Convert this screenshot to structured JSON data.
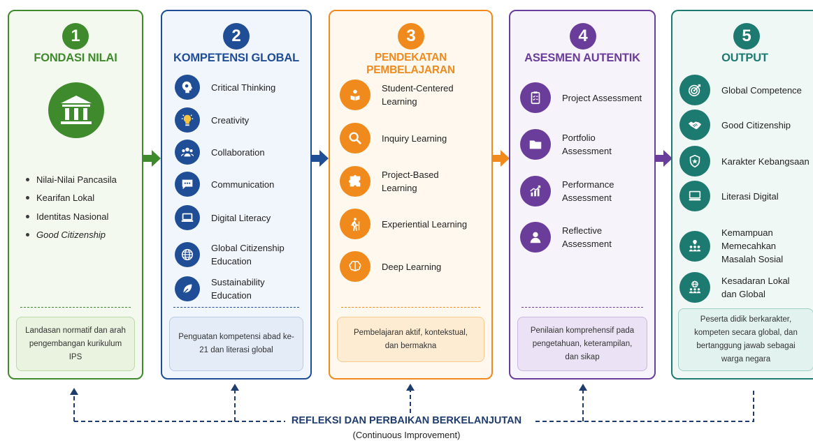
{
  "columns": [
    {
      "number": "1",
      "title": "FONDASI NILAI",
      "color": "#3f8a2c",
      "bg": "#f4f9ef",
      "icon": "institution-building-icon",
      "bullets": [
        "Nilai-Nilai Pancasila",
        "Kearifan Lokal",
        "Identitas Nasional",
        "Good Citizenship"
      ],
      "summary": "Landasan normatif dan arah pengembangan kurikulum IPS"
    },
    {
      "number": "2",
      "title": "KOMPETENSI GLOBAL",
      "color": "#1f4e96",
      "bg": "#f1f5fc",
      "items": [
        {
          "icon": "head-gear-icon",
          "label": "Critical Thinking"
        },
        {
          "icon": "lightbulb-icon",
          "label": "Creativity"
        },
        {
          "icon": "people-group-icon",
          "label": "Collaboration"
        },
        {
          "icon": "chat-bubble-icon",
          "label": "Communication"
        },
        {
          "icon": "laptop-icon",
          "label": "Digital Literacy"
        },
        {
          "icon": "globe-icon",
          "label": "Global Citizenship Education"
        },
        {
          "icon": "leaf-icon",
          "label": "Sustainability Education"
        }
      ],
      "summary": "Penguatan kompetensi abad ke-21 dan literasi global"
    },
    {
      "number": "3",
      "title": "PENDEKATAN PEMBELAJARAN",
      "color": "#f08a1c",
      "bg": "#fff8ee",
      "items": [
        {
          "icon": "student-reading-icon",
          "label": "Student-Centered Learning"
        },
        {
          "icon": "magnifier-icon",
          "label": "Inquiry Learning"
        },
        {
          "icon": "puzzle-icon",
          "label": "Project-Based Learning"
        },
        {
          "icon": "hiker-icon",
          "label": "Experiential Learning"
        },
        {
          "icon": "brain-icon",
          "label": "Deep Learning"
        }
      ],
      "summary": "Pembelajaran aktif, kontekstual, dan bermakna"
    },
    {
      "number": "4",
      "title": "ASESMEN AUTENTIK",
      "color": "#6a3d9a",
      "bg": "#f7f3fb",
      "items": [
        {
          "icon": "clipboard-checklist-icon",
          "label": "Project Assessment"
        },
        {
          "icon": "folder-icon",
          "label": "Portfolio Assessment"
        },
        {
          "icon": "bar-chart-icon",
          "label": "Performance Assessment"
        },
        {
          "icon": "person-icon",
          "label": "Reflective Assessment"
        }
      ],
      "summary": "Penilaian komprehensif pada pengetahuan, keterampilan, dan sikap"
    },
    {
      "number": "5",
      "title": "OUTPUT",
      "color": "#1c7a70",
      "bg": "#f0f8f6",
      "items": [
        {
          "icon": "target-icon",
          "label": "Global Competence"
        },
        {
          "icon": "handshake-icon",
          "label": "Good Citizenship"
        },
        {
          "icon": "shield-star-icon",
          "label": "Karakter Kebangsaan"
        },
        {
          "icon": "monitor-icon",
          "label": "Literasi Digital"
        },
        {
          "icon": "people-idea-icon",
          "label": "Kemampuan Memecahkan Masalah Sosial"
        },
        {
          "icon": "globe-people-icon",
          "label": "Kesadaran Lokal dan Global"
        }
      ],
      "summary": "Peserta didik berkarakter, kompeten secara global, dan bertanggung jawab sebagai warga negara"
    }
  ],
  "feedback": {
    "title": "REFLEKSI DAN PERBAIKAN BERKELANJUTAN",
    "subtitle": "(Continuous Improvement)",
    "color": "#1f3c6e"
  }
}
